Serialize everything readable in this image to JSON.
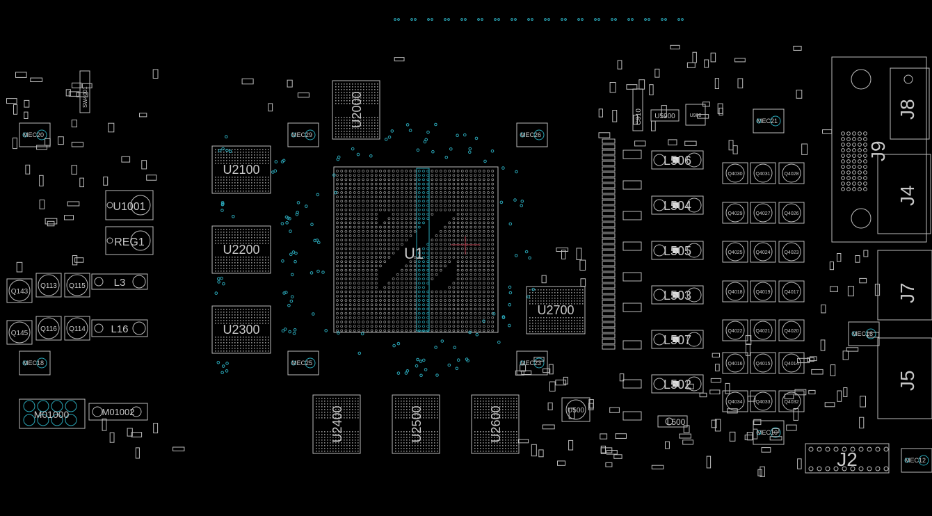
{
  "colors": {
    "background": "#000000",
    "silkscreen": "#bdbdbd",
    "label": "#c8c8c8",
    "teal": "#2aa7b8",
    "red": "#b03040"
  },
  "memory_chips": [
    "U2000",
    "U2100",
    "U2200",
    "U2300",
    "U2400",
    "U2500",
    "U2600",
    "U2700"
  ],
  "gpu": {
    "label": "U1"
  },
  "inductors": [
    "L506",
    "L504",
    "L505",
    "L503",
    "L507",
    "L502",
    "L500"
  ],
  "mosfets": [
    "Q4030",
    "Q4031",
    "Q4028",
    "Q4029",
    "Q4027",
    "Q4026",
    "Q4025",
    "Q4024",
    "Q4023",
    "Q4018",
    "Q4019",
    "Q4017",
    "Q4022",
    "Q4021",
    "Q4020",
    "Q4016",
    "Q4015",
    "Q4014",
    "Q4034",
    "Q4033",
    "Q4032"
  ],
  "left_parts": [
    "U1001",
    "REG1",
    "L3",
    "L16",
    "Q143",
    "Q113",
    "Q115",
    "Q145",
    "Q116",
    "Q114",
    "SW4001",
    "M01000",
    "M01002"
  ],
  "mec_holes": [
    "MEC20",
    "MEC29",
    "MEC26",
    "MEC21",
    "MEC18",
    "MEC25",
    "MEC23",
    "MEC16",
    "MEC10",
    "MEC12"
  ],
  "connectors": [
    "J8",
    "J9",
    "J4",
    "J7",
    "J5",
    "J2"
  ],
  "misc_parts": [
    "U500",
    "U900",
    "U5900",
    "C910"
  ]
}
